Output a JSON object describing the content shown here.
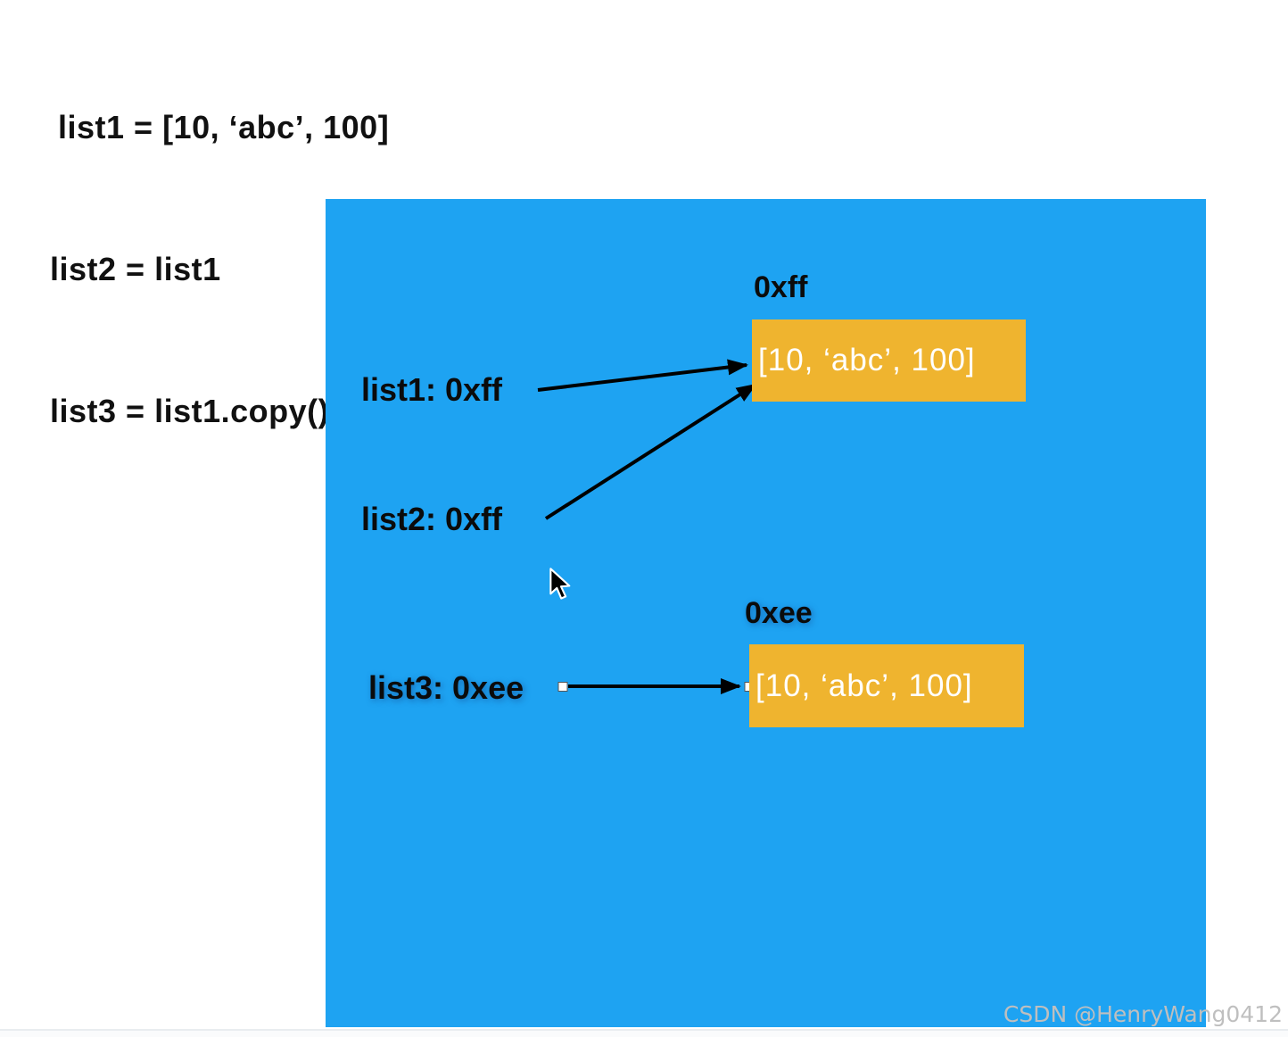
{
  "code": {
    "lines": [
      "list1 = [10, ‘abc’, 100]",
      "list2 = list1",
      "list3 = list1.copy()"
    ]
  },
  "diagram": {
    "heap1": {
      "address_label": "0xff",
      "value": "[10, ‘abc’, 100]"
    },
    "heap2": {
      "address_label": "0xee",
      "value": "[10, ‘abc’, 100]"
    },
    "pointers": [
      {
        "label": "list1: 0xff",
        "target": "0xff"
      },
      {
        "label": "list2: 0xff",
        "target": "0xff"
      },
      {
        "label": "list3: 0xee",
        "target": "0xee"
      }
    ],
    "colors": {
      "background": "#1EA3F2",
      "box": "#EFB42F",
      "arrow": "#000000"
    }
  },
  "watermark": "CSDN @HenryWang0412"
}
